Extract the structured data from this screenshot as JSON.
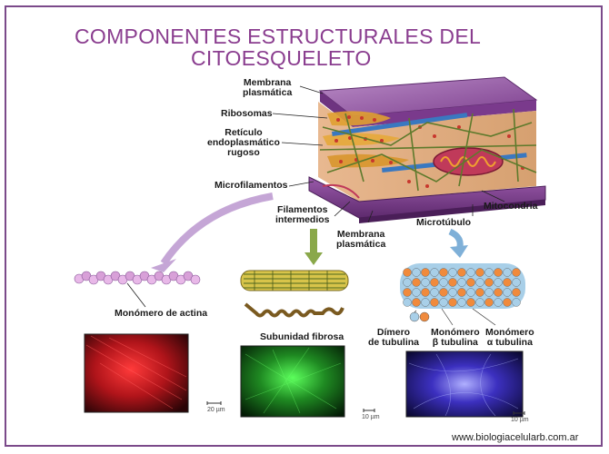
{
  "title": {
    "line1": "COMPONENTES ESTRUCTURALES DEL",
    "line2": "CITOESQUELETO"
  },
  "labels": {
    "membrana_top_1": "Membrana",
    "membrana_top_2": "plasmática",
    "ribosomas": "Ribosomas",
    "reticulo_1": "Retículo",
    "reticulo_2": "endoplasmático",
    "reticulo_3": "rugoso",
    "microfilamentos": "Microfilamentos",
    "filamentos_1": "Filamentos",
    "filamentos_2": "intermedios",
    "membrana_bottom_1": "Membrana",
    "membrana_bottom_2": "plasmática",
    "mitocondria": "Mitocondria",
    "microtubulo": "Microtúbulo",
    "monomero_actina": "Monómero de actina",
    "subunidad_fibrosa": "Subunidad fibrosa",
    "dimero_1": "Dímero",
    "dimero_2": "de tubulina",
    "mono_beta_1": "Monómero",
    "mono_beta_2": "β tubulina",
    "mono_alpha_1": "Monómero",
    "mono_alpha_2": "α tubulina"
  },
  "scale_bars": {
    "actin": "20 µm",
    "intermediate": "10 µm",
    "tubule": "10 µm"
  },
  "footer": {
    "url": "www.biologiacelularb.com.ar"
  },
  "colors": {
    "title": "#8a3d8f",
    "membrane": "#8d4f9e",
    "microfilament_green": "#5e7a2c",
    "ribosome_red": "#c8372d",
    "mitochondria": "#c03a5a",
    "arrow_lavender": "#c5a6d6",
    "arrow_green": "#8aa84a",
    "arrow_blue": "#7fb0d8",
    "tubulin_orange": "#f08a3c",
    "tubulin_blue": "#a8cfe8"
  }
}
